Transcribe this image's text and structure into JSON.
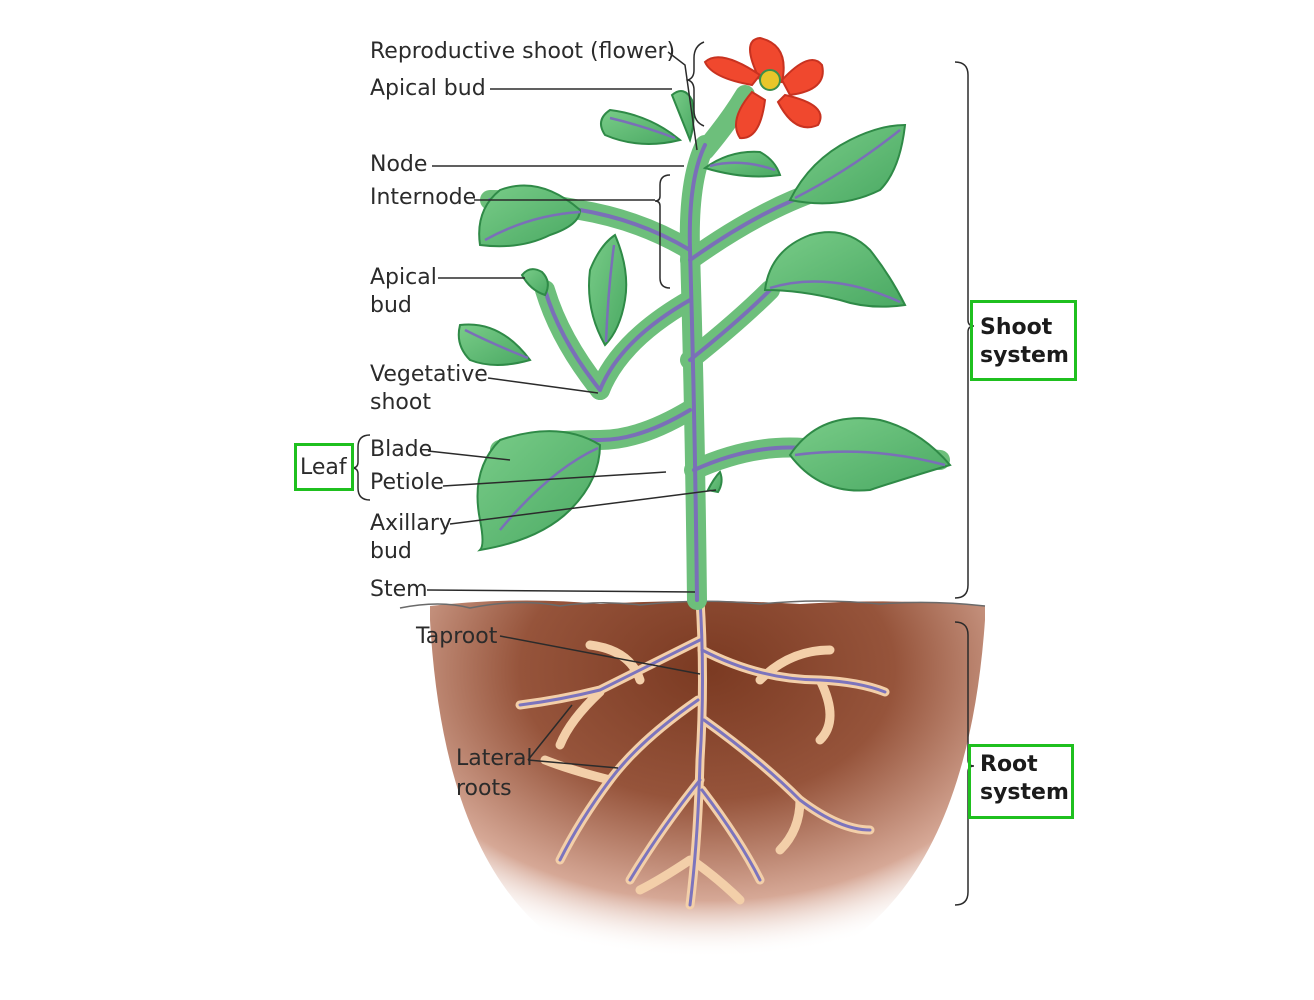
{
  "labels": {
    "reproductive_shoot": "Reproductive shoot (flower)",
    "apical_bud_top": "Apical bud",
    "node": "Node",
    "internode": "Internode",
    "apical_bud_side_1": "Apical",
    "apical_bud_side_2": "bud",
    "vegetative_shoot_1": "Vegetative",
    "vegetative_shoot_2": "shoot",
    "blade": "Blade",
    "petiole": "Petiole",
    "leaf": "Leaf",
    "axillary_bud_1": "Axillary",
    "axillary_bud_2": "bud",
    "stem": "Stem",
    "taproot": "Taproot",
    "lateral_roots_1": "Lateral",
    "lateral_roots_2": "roots",
    "shoot_system_1": "Shoot",
    "shoot_system_2": "system",
    "root_system_1": "Root",
    "root_system_2": "system"
  },
  "colors": {
    "leaf_fill": "#5cba72",
    "leaf_edge": "#2f8a47",
    "vein": "#7a6fb8",
    "stem": "#6cbf7a",
    "flower": "#f0482e",
    "soil": "#8a4a33",
    "root": "#f2c9a0",
    "highlight_box": "#1fc01f"
  }
}
